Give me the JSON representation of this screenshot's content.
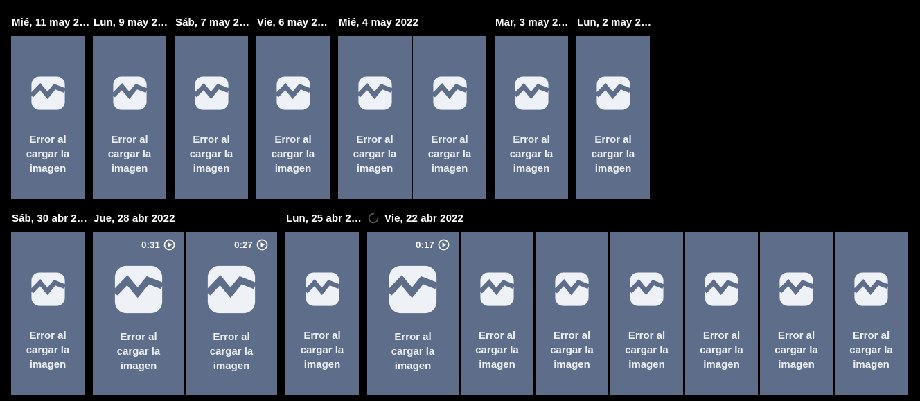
{
  "colors": {
    "page_background": "#000000",
    "card_background": "#5d6d8a",
    "broken_image_icon_fill": "#eef1f5",
    "error_text": "#eceff4",
    "date_text": "#ffffff",
    "badge_text": "#ffffff",
    "spinner": "#555555"
  },
  "icons": {
    "broken_image": "broken-image-icon",
    "play": "play-icon",
    "loading": "loading-spinner-icon"
  },
  "error_text": "Error al cargar la imagen",
  "rows": [
    {
      "name": "row-may-2022",
      "groups": [
        {
          "date": "Mié, 11 may 2…",
          "cards": [
            {
              "type": "image"
            }
          ]
        },
        {
          "date": "Lun, 9 may 2…",
          "cards": [
            {
              "type": "image"
            }
          ]
        },
        {
          "date": "Sáb, 7 may 2…",
          "cards": [
            {
              "type": "image"
            }
          ]
        },
        {
          "date": "Vie, 6 may 2…",
          "cards": [
            {
              "type": "image"
            }
          ]
        },
        {
          "date": "Mié, 4 may 2022",
          "cards": [
            {
              "type": "image"
            },
            {
              "type": "image"
            }
          ]
        },
        {
          "date": "Mar, 3 may 2…",
          "cards": [
            {
              "type": "image"
            }
          ]
        },
        {
          "date": "Lun, 2 may 2…",
          "cards": [
            {
              "type": "image"
            }
          ]
        }
      ]
    },
    {
      "name": "row-abr-2022",
      "groups": [
        {
          "date": "Sáb, 30 abr 2…",
          "cards": [
            {
              "type": "image"
            }
          ]
        },
        {
          "date": "Jue, 28 abr 2022",
          "cards": [
            {
              "type": "video",
              "duration": "0:31"
            },
            {
              "type": "video",
              "duration": "0:27"
            }
          ]
        },
        {
          "date": "Lun, 25 abr 2…",
          "cards": [
            {
              "type": "image"
            }
          ]
        },
        {
          "date": "Vie, 22 abr 2022",
          "loading": true,
          "cards": [
            {
              "type": "video",
              "duration": "0:17"
            },
            {
              "type": "image"
            },
            {
              "type": "image"
            },
            {
              "type": "image"
            },
            {
              "type": "image"
            },
            {
              "type": "image"
            },
            {
              "type": "image"
            }
          ]
        }
      ]
    }
  ]
}
